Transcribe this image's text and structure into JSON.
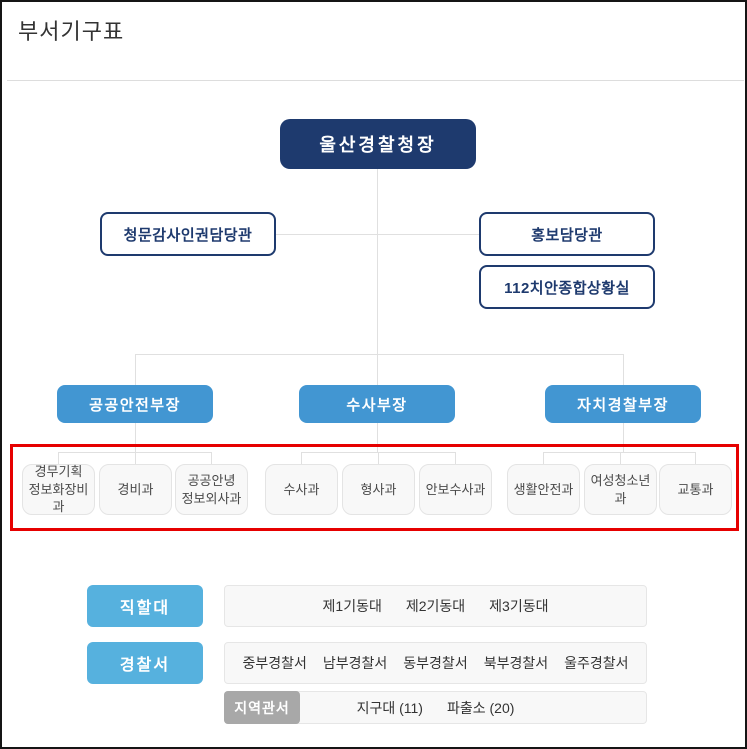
{
  "page": {
    "title": "부서기구표"
  },
  "org": {
    "root": "울산경찰청장",
    "staff_left": "청문감사인권담당관",
    "staff_right_top": "홍보담당관",
    "staff_right_bottom": "112치안종합상황실",
    "bureaus": [
      {
        "label": "공공안전부장",
        "departments": [
          "경무기획\n정보화장비과",
          "경비과",
          "공공안녕\n정보외사과"
        ]
      },
      {
        "label": "수사부장",
        "departments": [
          "수사과",
          "형사과",
          "안보수사과"
        ]
      },
      {
        "label": "자치경찰부장",
        "departments": [
          "생활안전과",
          "여성청소년과",
          "교통과"
        ]
      }
    ]
  },
  "bottom": {
    "rows": [
      {
        "label": "직할대",
        "items": [
          "제1기동대",
          "제2기동대",
          "제3기동대"
        ]
      },
      {
        "label": "경찰서",
        "items": [
          "중부경찰서",
          "남부경찰서",
          "동부경찰서",
          "북부경찰서",
          "울주경찰서"
        ]
      },
      {
        "badge": "지역관서",
        "items": [
          "지구대 (11)",
          "파출소 (20)"
        ]
      }
    ]
  },
  "colors": {
    "navy": "#1e3a6e",
    "bureau_blue": "#4296d2",
    "unit_blue": "#56b1de",
    "badge_gray": "#a8a8a8",
    "highlight_red": "#e60000",
    "connector_gray": "#e0e0e0"
  }
}
